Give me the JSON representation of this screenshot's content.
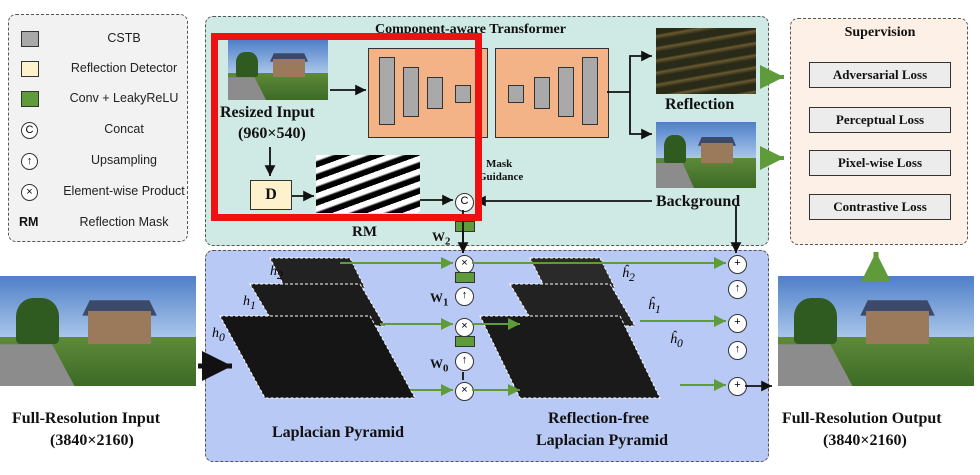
{
  "legend": {
    "items": [
      {
        "label": "CSTB",
        "icon": "gray-square"
      },
      {
        "label": "Reflection Detector",
        "icon": "cream-square"
      },
      {
        "label": "Conv + LeakyReLU",
        "icon": "green-square"
      },
      {
        "label": "Concat",
        "icon": "circle-c",
        "symbol": "C"
      },
      {
        "label": "Upsampling",
        "icon": "circle-up-arrow",
        "symbol": "↑"
      },
      {
        "label": "Element-wise Product",
        "icon": "circle-times",
        "symbol": "×"
      },
      {
        "label": "Reflection Mask",
        "icon": "rm-text",
        "symbol": "RM"
      }
    ]
  },
  "transformer": {
    "title": "Component-aware Transformer",
    "resized_input": "Resized Input",
    "resized_size": "(960×540)",
    "detector": "D",
    "rm_label": "RM",
    "mask_guidance_1": "Mask",
    "mask_guidance_2": "Guidance",
    "reflection": "Reflection",
    "background": "Background",
    "concat_symbol": "C"
  },
  "pyramid": {
    "w2": "W",
    "w2_sub": "2",
    "w1": "W",
    "w1_sub": "1",
    "w0": "W",
    "w0_sub": "0",
    "h2": "h",
    "h2_sub": "2",
    "h1": "h",
    "h1_sub": "1",
    "h0": "h",
    "h0_sub": "0",
    "hh2": "ĥ",
    "hh2_sub": "2",
    "hh1": "ĥ",
    "hh1_sub": "1",
    "hh0": "ĥ",
    "hh0_sub": "0",
    "laplacian": "Laplacian Pyramid",
    "rf_line1": "Reflection-free",
    "rf_line2": "Laplacian Pyramid",
    "times_symbol": "×",
    "plus_symbol": "+",
    "up_symbol": "↑"
  },
  "supervision": {
    "title": "Supervision",
    "losses": [
      "Adversarial Loss",
      "Perceptual Loss",
      "Pixel-wise Loss",
      "Contrastive Loss"
    ]
  },
  "input": {
    "label": "Full-Resolution Input",
    "size": "(3840×2160)"
  },
  "output": {
    "label": "Full-Resolution Output",
    "size": "(3840×2160)"
  },
  "colors": {
    "cstb": "#a9a9a9",
    "detector": "#fdf2cc",
    "conv": "#5f9b3a",
    "transformer_bg": "#cfe9e4",
    "pyramid_bg": "#b9c9f5",
    "supervision_bg": "#fdf0e6",
    "transformer_block": "#f4b386",
    "highlight": "#ee1111"
  }
}
